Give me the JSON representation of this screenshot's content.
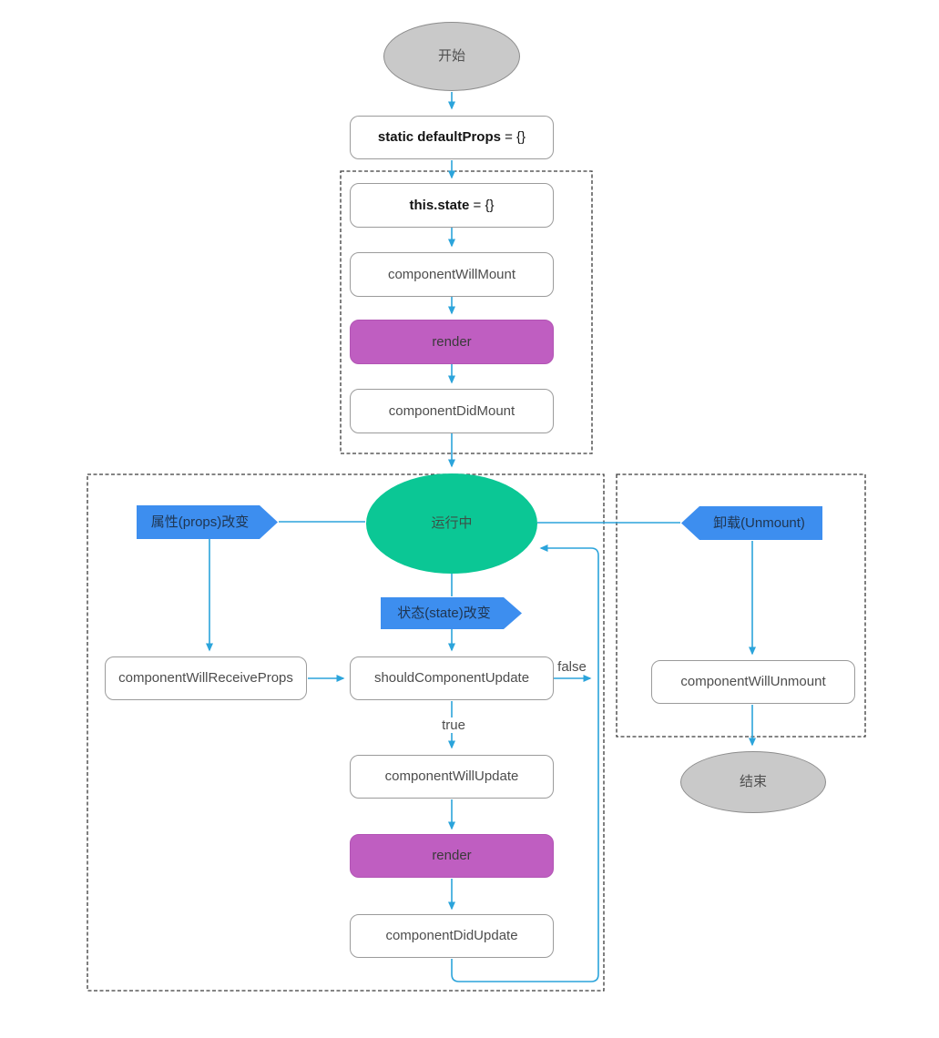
{
  "nodes": {
    "start": {
      "label": "开始"
    },
    "default_props": {
      "code": "static defaultProps",
      "suffix": " = {}"
    },
    "state_init": {
      "code": "this.state",
      "suffix": " = {}"
    },
    "component_will_mount": {
      "label": "componentWillMount"
    },
    "render_mount": {
      "label": "render"
    },
    "component_did_mount": {
      "label": "componentDidMount"
    },
    "running": {
      "label": "运行中"
    },
    "props_change_flag": {
      "label": "属性(props)改变"
    },
    "state_change_flag": {
      "label": "状态(state)改变"
    },
    "unmount_flag": {
      "label": "卸载(Unmount)"
    },
    "component_will_receive_props": {
      "label": "componentWillReceiveProps"
    },
    "should_component_update": {
      "label": "shouldComponentUpdate"
    },
    "component_will_update": {
      "label": "componentWillUpdate"
    },
    "render_update": {
      "label": "render"
    },
    "component_did_update": {
      "label": "componentDidUpdate"
    },
    "component_will_unmount": {
      "label": "componentWillUnmount"
    },
    "end": {
      "label": "结束"
    }
  },
  "edge_labels": {
    "true_branch": "true",
    "false_branch": "false"
  },
  "colors": {
    "connector": "#2ba4db",
    "flag_blue": "#3d8eef",
    "running_green": "#0bc795",
    "render_magenta": "#bf5ec1",
    "terminal_gray": "#c9c9c9"
  }
}
